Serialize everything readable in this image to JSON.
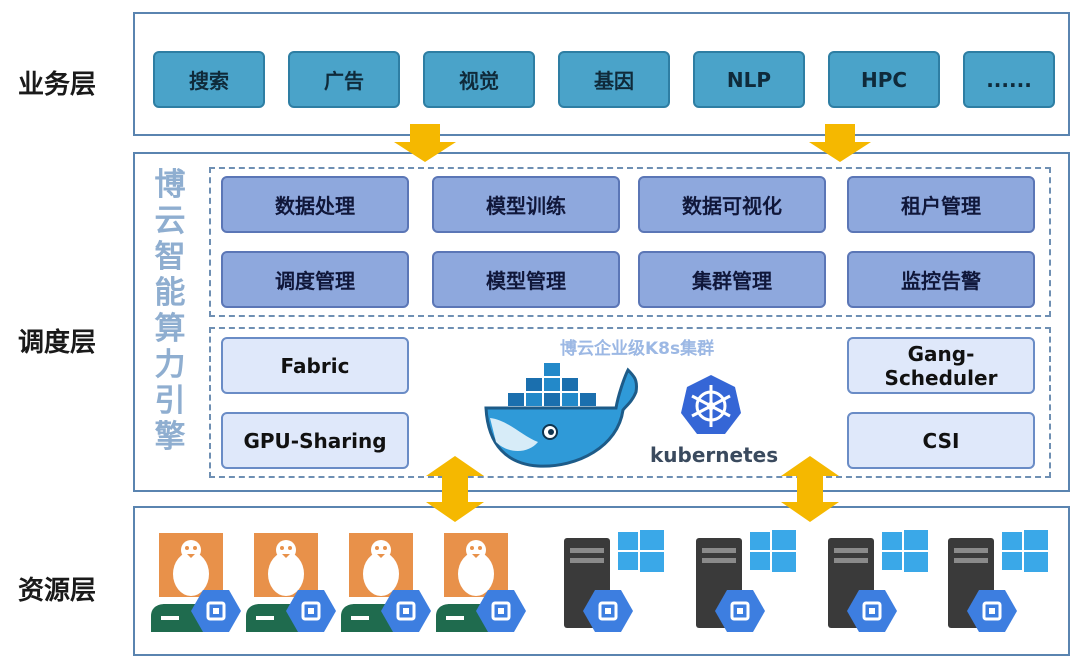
{
  "layers": {
    "business": "业务层",
    "scheduling": "调度层",
    "resource": "资源层"
  },
  "business_items": [
    "搜索",
    "广告",
    "视觉",
    "基因",
    "NLP",
    "HPC",
    "......"
  ],
  "engine_chars": [
    "博",
    "云",
    "智",
    "能",
    "算",
    "力",
    "引",
    "擎"
  ],
  "platform_items": [
    "数据处理",
    "模型训练",
    "数据可视化",
    "租户管理",
    "调度管理",
    "模型管理",
    "集群管理",
    "监控告警"
  ],
  "k8s_cluster": {
    "title": "博云企业级K8s集群",
    "left_items": [
      "Fabric",
      "GPU-Sharing"
    ],
    "right_items": [
      "Gang-\nScheduler",
      "CSI"
    ],
    "kubernetes_label": "kubernetes"
  },
  "resources": {
    "linux_nodes": 4,
    "windows_nodes": 4
  },
  "icons": [
    "linux-penguin-icon",
    "windows-logo-icon",
    "server-icon",
    "chip-icon",
    "docker-whale-icon",
    "kubernetes-helm-icon"
  ],
  "colors": {
    "business_button": "#4aa3c9",
    "platform_button": "#8ea8dd",
    "k8s_button": "#dfe8fa",
    "arrow": "#f5b800",
    "linux_bg": "#e8914a",
    "windows_blue": "#3aa8e8",
    "server_dark": "#3a3a3a",
    "chip_blue": "#3d7ee0",
    "docker_blue": "#2f9ad8"
  }
}
